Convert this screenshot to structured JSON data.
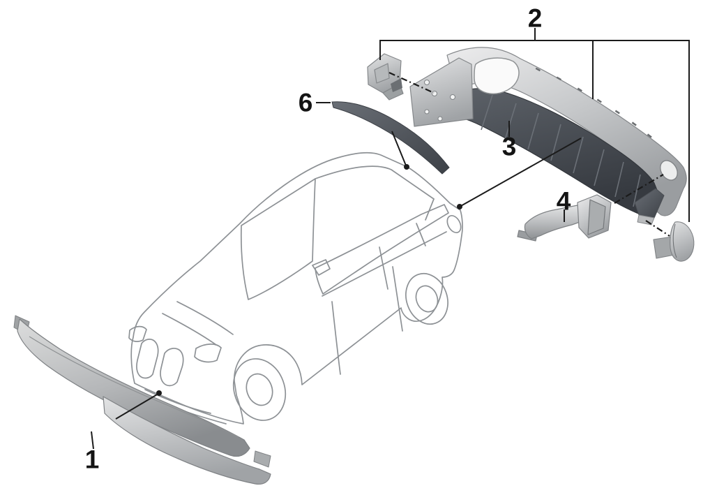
{
  "diagram": {
    "type": "exploded-parts-diagram",
    "background_color": "#ffffff",
    "callout_color": "#1b1b1b",
    "car_outline_color": "#8d9195",
    "silver_part_color": "#c3c5c7",
    "dark_part_color": "#484d54",
    "labels": [
      {
        "id": "1",
        "part": "front-spoiler-lip"
      },
      {
        "id": "2",
        "part": "rear-bumper-kit"
      },
      {
        "id": "3",
        "part": "rear-diffuser-insert"
      },
      {
        "id": "4",
        "part": "exhaust-tailpipe"
      },
      {
        "id": "6",
        "part": "roof-spoiler-strip"
      }
    ]
  }
}
